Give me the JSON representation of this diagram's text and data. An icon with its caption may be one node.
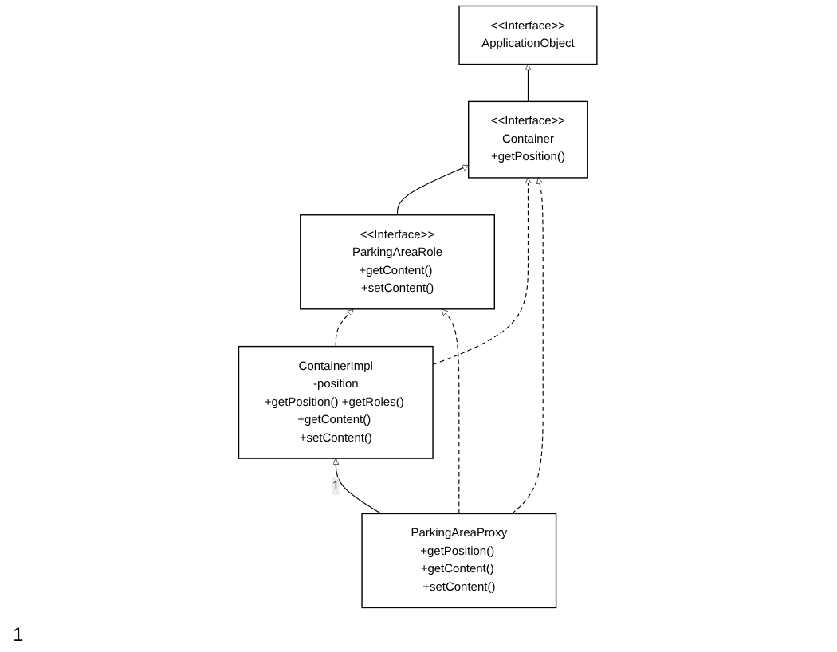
{
  "diagram": {
    "nodes": [
      {
        "text": [
          "<<Interface>>",
          "ApplicationObject"
        ]
      },
      {
        "text": [
          "<<Interface>>",
          "Container",
          "+getPosition()"
        ]
      },
      {
        "text": [
          "<<Interface>>",
          "ParkingAreaRole",
          "+getContent() +setContent()"
        ]
      },
      {
        "text": [
          "ContainerImpl",
          "-position",
          "+getPosition() +getRoles() +getContent() +setContent()"
        ]
      },
      {
        "text": [
          "ParkingAreaProxy",
          "+getPosition() +getContent() +setContent()"
        ]
      }
    ],
    "edges": [
      {
        "from": 1,
        "to": 0,
        "arrow": "to"
      },
      {
        "from": 2,
        "to": 1,
        "arrow": "to"
      },
      {
        "from": 3,
        "to": 1,
        "arrow": "to",
        "style": "dashed"
      },
      {
        "from": 3,
        "to": 2,
        "arrow": "to",
        "style": "dashed"
      },
      {
        "from": 4,
        "to": 1,
        "arrow": "to",
        "style": "dashed"
      },
      {
        "from": 4,
        "to": 2,
        "arrow": "to",
        "style": "dashed"
      },
      {
        "from": 4,
        "to": 3,
        "arrow": "to",
        "label": "1"
      }
    ],
    "labels": [
      "1"
    ]
  }
}
